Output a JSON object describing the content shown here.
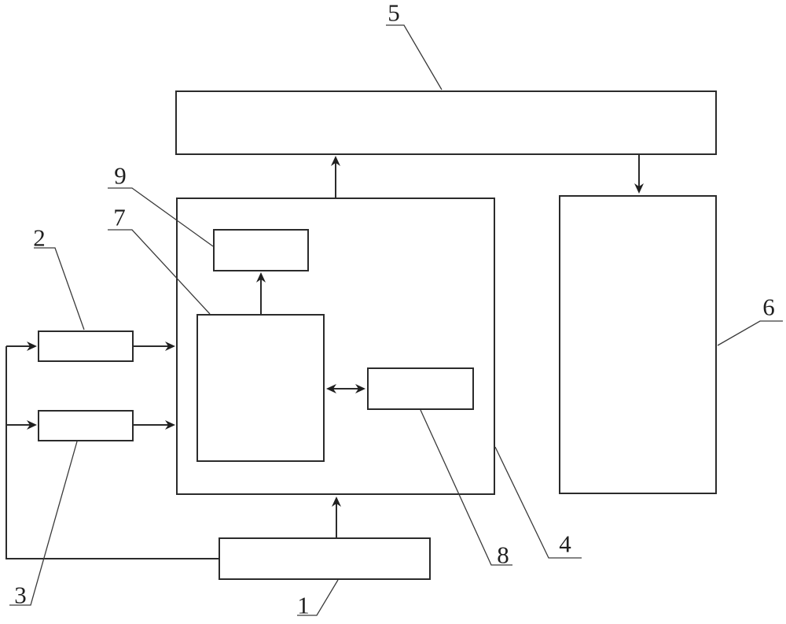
{
  "diagram": {
    "type": "block-diagram",
    "callouts": [
      "1",
      "2",
      "3",
      "4",
      "5",
      "6",
      "7",
      "8",
      "9"
    ],
    "colors": {
      "background": "#ffffff",
      "block_border": "#2b2b2b",
      "leader_line": "#3a3a3a",
      "label_text": "#1f1f1f"
    }
  }
}
